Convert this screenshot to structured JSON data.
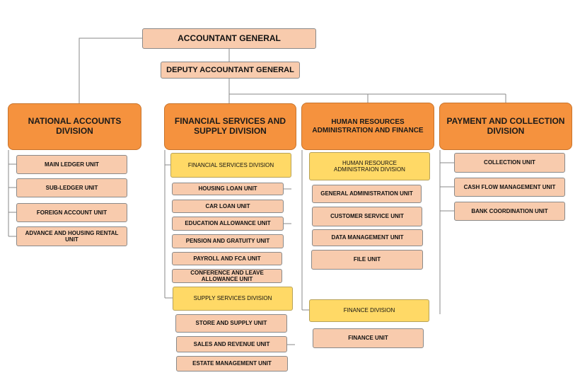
{
  "top": {
    "accountant_general": "ACCOUNTANT GENERAL",
    "deputy": "DEPUTY ACCOUNTANT GENERAL"
  },
  "divisions": {
    "national": {
      "title": "NATIONAL ACCOUNTS DIVISION",
      "units": [
        "MAIN LEDGER UNIT",
        "SUB-LEDGER UNIT",
        "FOREIGN ACCOUNT UNIT",
        "ADVANCE AND HOUSING RENTAL UNIT"
      ]
    },
    "financial": {
      "title": "FINANCIAL SERVICES AND SUPPLY DIVISION",
      "financial_services": {
        "title": "FINANCIAL SERVICES DIVISION",
        "units": [
          "HOUSING LOAN UNIT",
          "CAR LOAN UNIT",
          "EDUCATION ALLOWANCE UNIT",
          "PENSION AND GRATUITY UNIT",
          "PAYROLL AND FCA UNIT",
          "CONFERENCE AND LEAVE ALLOWANCE UNIT"
        ]
      },
      "supply_services": {
        "title": "SUPPLY SERVICES DIVISION",
        "units": [
          "STORE AND SUPPLY UNIT",
          "SALES AND REVENUE UNIT",
          "ESTATE MANAGEMENT UNIT"
        ]
      }
    },
    "hr": {
      "title": "HUMAN RESOURCES ADMINISTRATION AND FINANCE",
      "hr_admin": {
        "title": "HUMAN RESOURCE ADMINISTRAION DIVISION",
        "units": [
          "GENERAL ADMINISTRATION UNIT",
          "CUSTOMER SERVICE UNIT",
          "DATA MANAGEMENT UNIT",
          "FILE UNIT"
        ]
      },
      "finance": {
        "title": "FINANCE DIVISION",
        "units": [
          "FINANCE UNIT"
        ]
      }
    },
    "payment": {
      "title": "PAYMENT AND COLLECTION DIVISION",
      "units": [
        "COLLECTION UNIT",
        "CASH FLOW MANAGEMENT UNIT",
        "BANK COORDINATION UNIT"
      ]
    }
  },
  "colors": {
    "top_fill": "#f8cbad",
    "division_fill": "#f5923e",
    "subdivision_fill": "#ffd966",
    "unit_fill": "#f8cbad",
    "connector": "#8a8a8a"
  }
}
